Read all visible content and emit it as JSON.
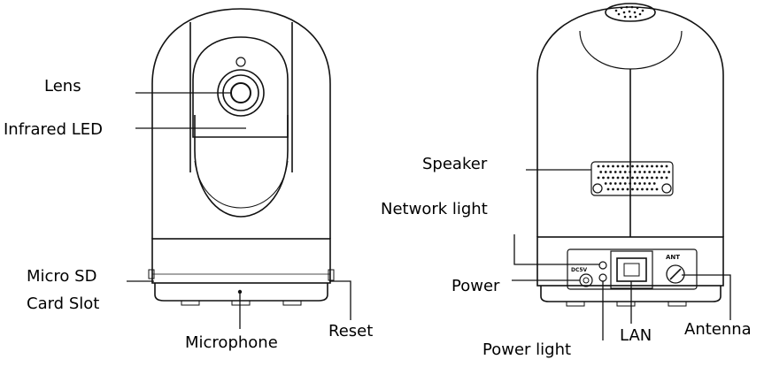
{
  "front_view": {
    "labels": {
      "lens": "Lens",
      "infrared_led": "Infrared LED",
      "micro_sd_line1": "Micro SD",
      "micro_sd_line2": "Card Slot",
      "microphone": "Microphone",
      "reset": "Reset"
    }
  },
  "back_view": {
    "labels": {
      "speaker": "Speaker",
      "network_light": "Network light",
      "power": "Power",
      "power_light": "Power light",
      "lan": "LAN",
      "antenna": "Antenna"
    },
    "panel_text": {
      "dc_label": "DC5V",
      "ant_label": "ANT"
    }
  }
}
